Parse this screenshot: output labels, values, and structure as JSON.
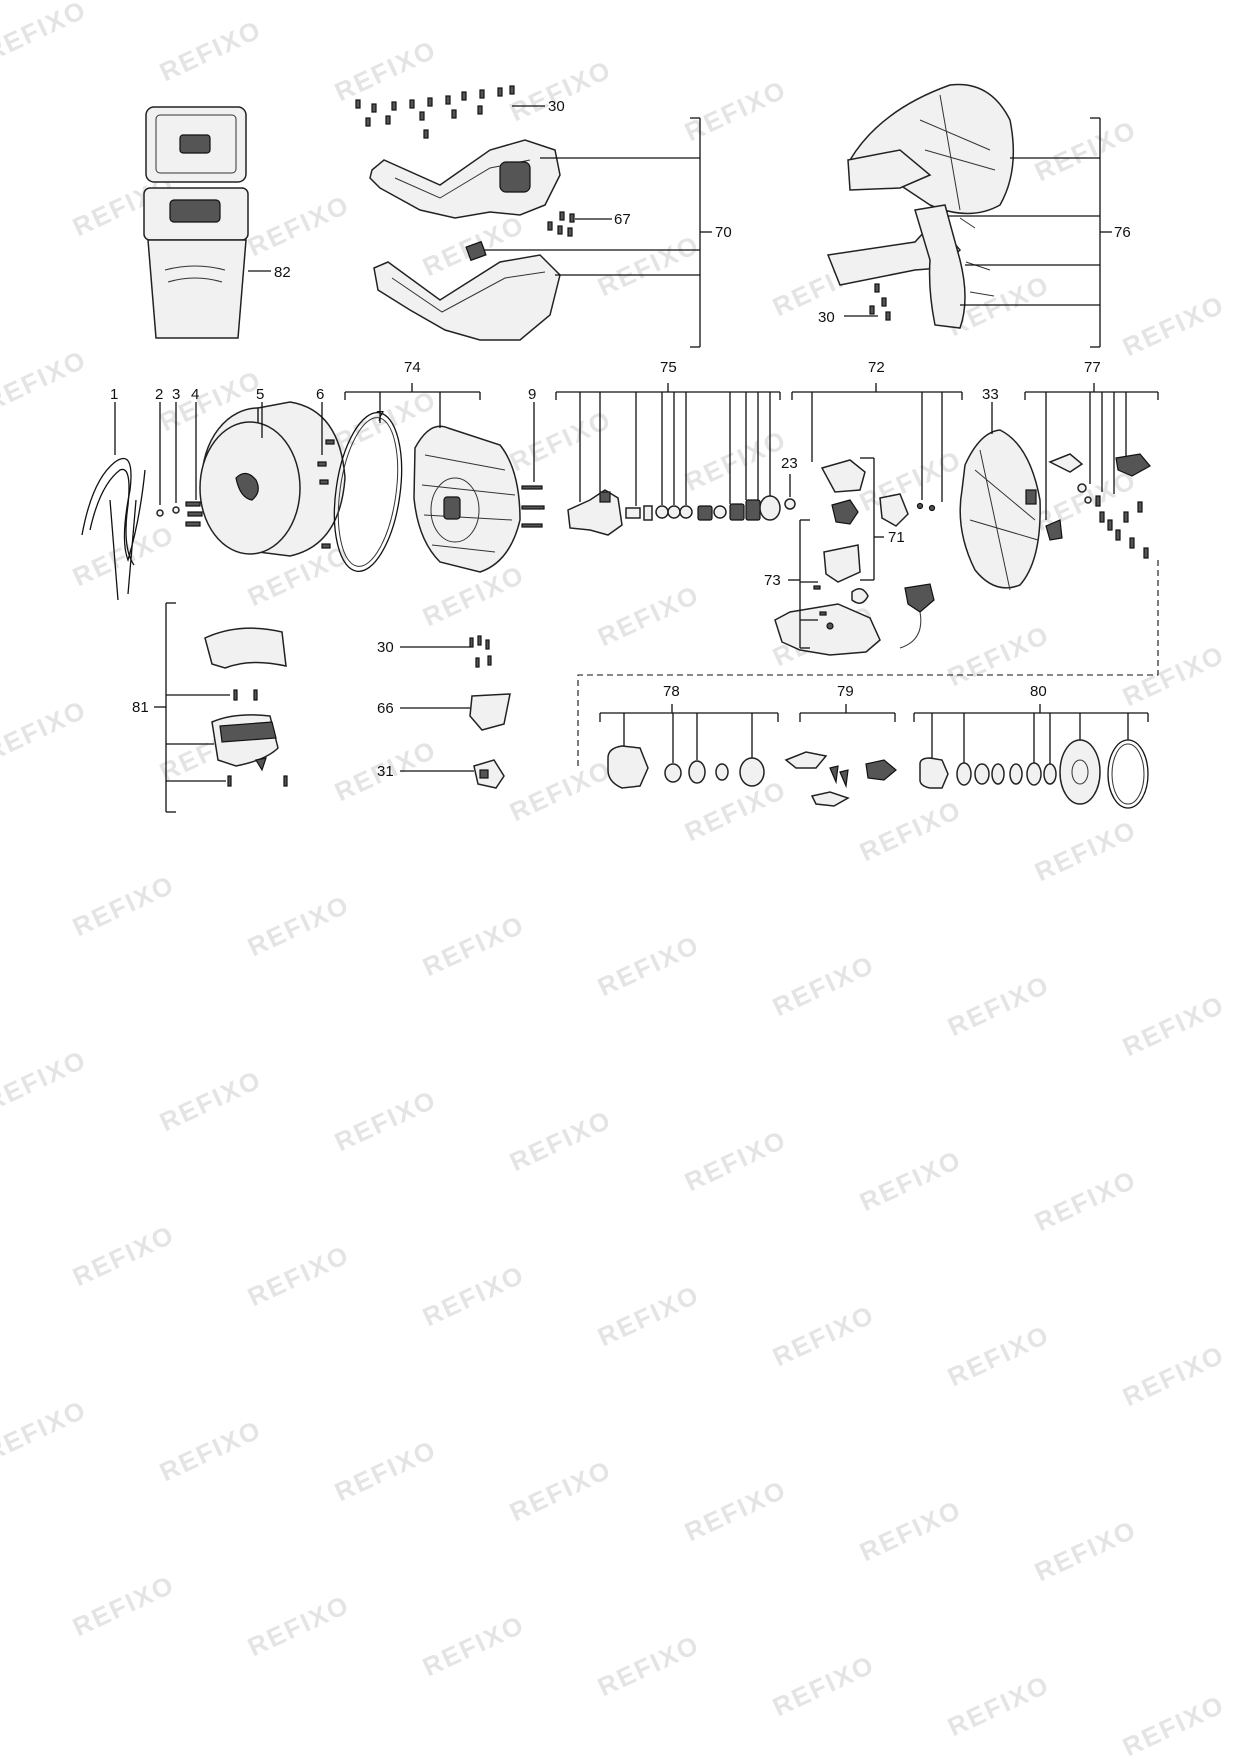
{
  "watermark": "REFIXO",
  "labels": {
    "l1": "1",
    "l2": "2",
    "l3": "3",
    "l4": "4",
    "l5": "5",
    "l6": "6",
    "l7": "7",
    "l9": "9",
    "l23": "23",
    "l30a": "30",
    "l30b": "30",
    "l30c": "30",
    "l31": "31",
    "l33": "33",
    "l66": "66",
    "l67": "67",
    "l70": "70",
    "l71": "71",
    "l72": "72",
    "l73": "73",
    "l74": "74",
    "l75": "75",
    "l76": "76",
    "l77": "77",
    "l78": "78",
    "l79": "79",
    "l80": "80",
    "l81": "81",
    "l82": "82"
  }
}
